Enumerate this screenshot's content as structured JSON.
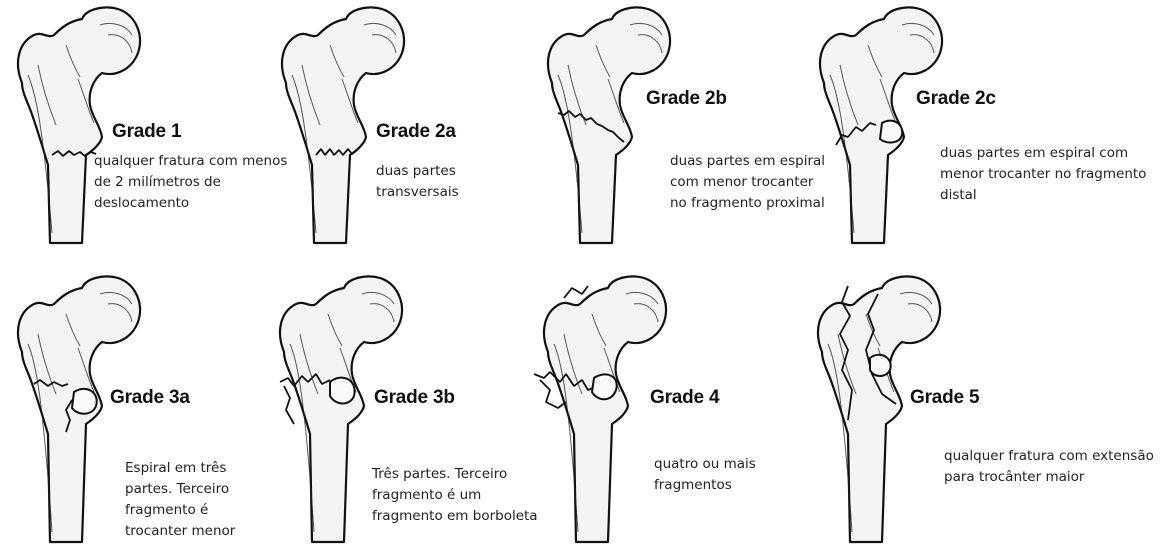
{
  "grades": [
    {
      "title": "Grade 1",
      "description": "qualquer fratura com menos de 2 milímetros de deslocamento"
    },
    {
      "title": "Grade 2a",
      "description": "duas partes transversais"
    },
    {
      "title": "Grade 2b",
      "description": "duas partes em espiral com menor trocanter no fragmento proximal"
    },
    {
      "title": "Grade 2c",
      "description": "duas partes em espiral com menor trocanter no fragmento distal"
    },
    {
      "title": "Grade 3a",
      "description": "Espiral em três partes. Terceiro fragmento é trocanter menor"
    },
    {
      "title": "Grade 3b",
      "description": "Três partes. Terceiro fragmento é um fragmento em borboleta"
    },
    {
      "title": "Grade 4",
      "description": "quatro ou mais fragmentos"
    },
    {
      "title": "Grade 5",
      "description": "qualquer fratura com extensão para trocânter maior"
    }
  ],
  "icons": [
    "femur-illustration"
  ]
}
